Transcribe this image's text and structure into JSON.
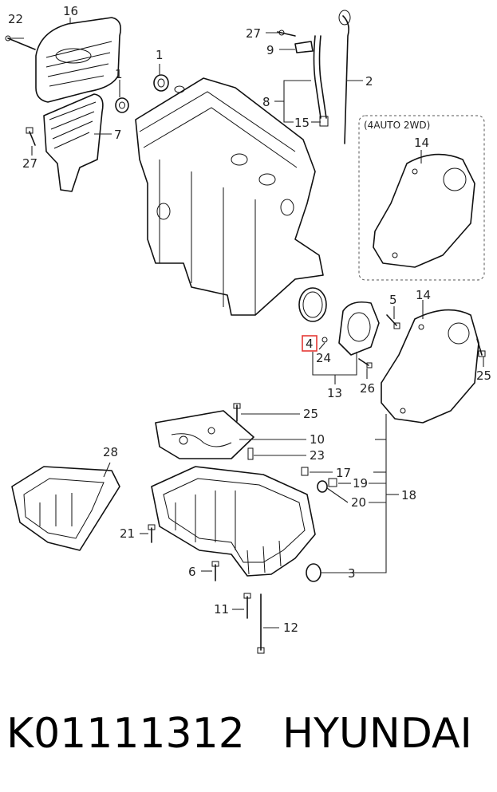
{
  "callouts": {
    "c1a": "1",
    "c1b": "1",
    "c2": "2",
    "c3": "3",
    "c4": "4",
    "c5": "5",
    "c6": "6",
    "c7": "7",
    "c8": "8",
    "c9": "9",
    "c10": "10",
    "c11": "11",
    "c12": "12",
    "c13": "13",
    "c14a": "14",
    "c14b": "14",
    "c15": "15",
    "c16": "16",
    "c17": "17",
    "c18": "18",
    "c19": "19",
    "c20": "20",
    "c21": "21",
    "c22": "22",
    "c23": "23",
    "c24": "24",
    "c25a": "25",
    "c25b": "25",
    "c26": "26",
    "c27a": "27",
    "c27b": "27",
    "c28": "28"
  },
  "variant_box_label": "(4AUTO 2WD)",
  "highlighted_callout": "4",
  "highlight_color": "#e53935",
  "footer": {
    "part_number": "K01111312",
    "brand": "HYUNDAI"
  }
}
